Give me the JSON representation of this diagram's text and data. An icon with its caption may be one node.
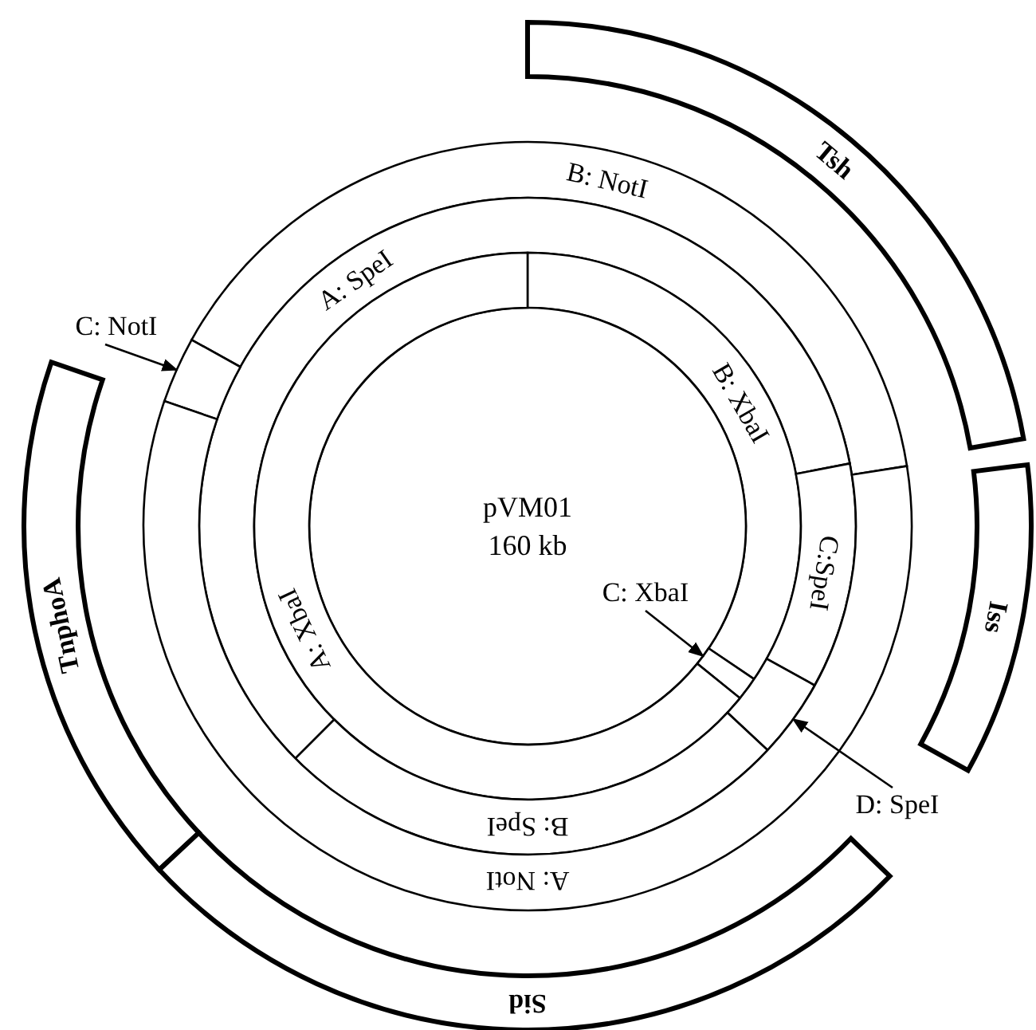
{
  "diagram": {
    "nodes": [
      {
        "text": [
          "Tsh"
        ]
      },
      {
        "text": [
          "B: NotI"
        ]
      },
      {
        "text": [
          "A: SpeI"
        ]
      },
      {
        "text": [
          "C: NotI"
        ]
      },
      {
        "text": [],
        "shape": "bar"
      },
      {
        "text": [
          "B: XbaI"
        ]
      },
      {
        "text": [
          "TnphoA"
        ]
      },
      {
        "text": [
          "Iss"
        ]
      },
      {
        "text": [
          "C:SpeI"
        ]
      },
      {
        "text": [
          "pVM01",
          "160 kb"
        ]
      },
      {
        "text": [
          "C: XbaI"
        ],
        "in": 9
      },
      {
        "text": [],
        "shape": "bar"
      },
      {
        "text": [
          "A: XbaI"
        ]
      },
      {
        "text": [],
        "shape": "bar"
      },
      {
        "text": [
          "D: SpeI"
        ]
      },
      {
        "text": [
          "B: SpeI"
        ]
      },
      {
        "text": [
          "A: NotI"
        ]
      },
      {
        "text": [
          "Sid"
        ]
      }
    ],
    "edges": [
      {
        "from": 3,
        "to": 4,
        "arrow": "to"
      },
      {
        "from": 10,
        "to": 11,
        "arrow": "to"
      },
      {
        "from": 14,
        "to": 13,
        "arrow": "to"
      }
    ]
  }
}
